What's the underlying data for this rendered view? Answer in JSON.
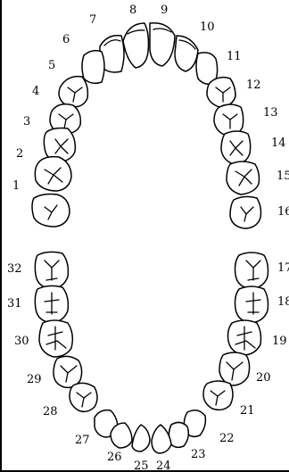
{
  "numbering": {
    "upper_right_quadrant": [
      "1",
      "2",
      "3",
      "4",
      "5",
      "6",
      "7",
      "8"
    ],
    "upper_left_quadrant": [
      "9",
      "10",
      "11",
      "12",
      "13",
      "14",
      "15",
      "16"
    ],
    "lower_left_quadrant": [
      "17",
      "18",
      "19",
      "20",
      "21",
      "22",
      "23",
      "24"
    ],
    "lower_right_quadrant": [
      "25",
      "26",
      "27",
      "28",
      "29",
      "30",
      "31",
      "32"
    ]
  },
  "colors": {
    "outline": "#000000",
    "background": "#ffffff"
  }
}
